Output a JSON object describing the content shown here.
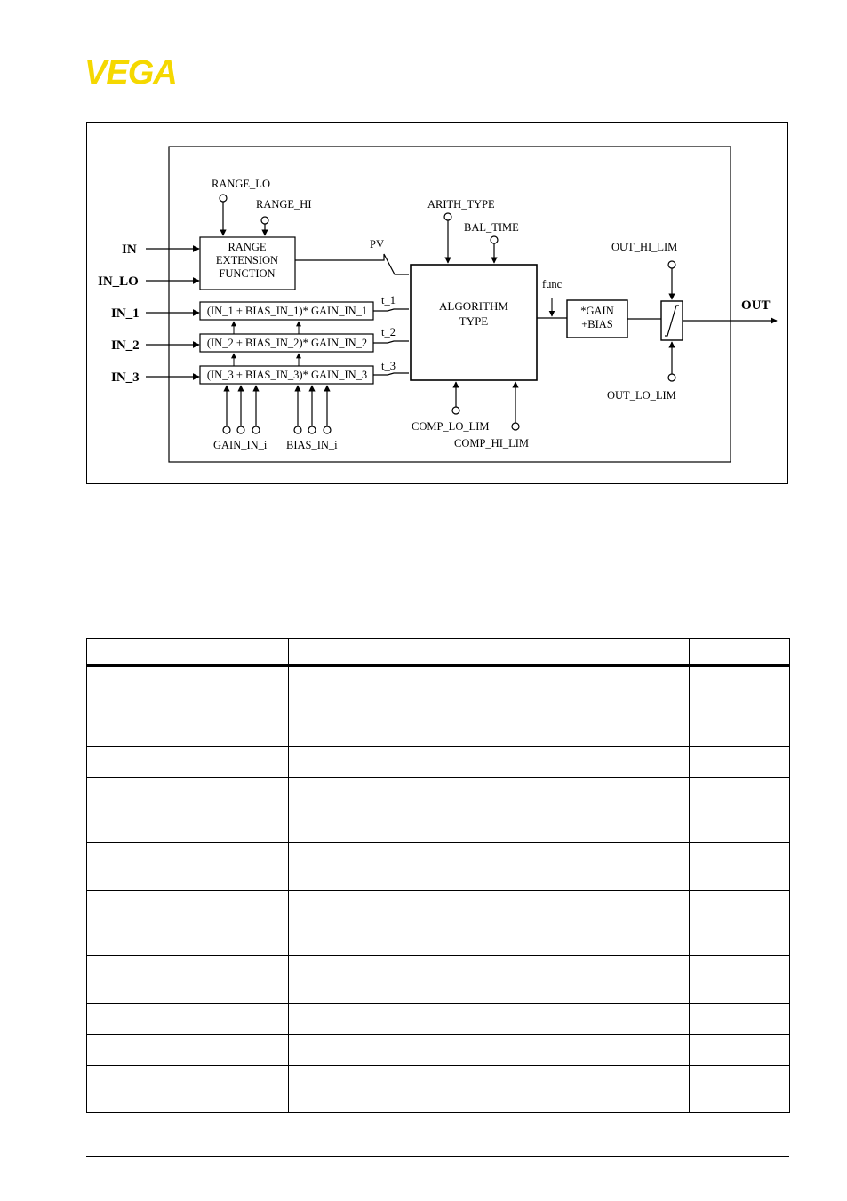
{
  "brand": {
    "logo_text": "VEGA",
    "color": "#f5d800"
  },
  "diagram": {
    "inputs": {
      "in": "IN",
      "in_lo": "IN_LO",
      "in_1": "IN_1",
      "in_2": "IN_2",
      "in_3": "IN_3"
    },
    "range_lo": "RANGE_LO",
    "range_hi": "RANGE_HI",
    "range_block": {
      "line1": "RANGE",
      "line2": "EXTENSION",
      "line3": "FUNCTION"
    },
    "pv": "PV",
    "gain_rows": [
      "(IN_1 + BIAS_IN_1)* GAIN_IN_1",
      "(IN_2 + BIAS_IN_2)* GAIN_IN_2",
      "(IN_3 + BIAS_IN_3)* GAIN_IN_3"
    ],
    "t_labels": [
      "t_1",
      "t_2",
      "t_3"
    ],
    "gain_in_i": "GAIN_IN_i",
    "bias_in_i": "BIAS_IN_i",
    "arith_type": "ARITH_TYPE",
    "bal_time": "BAL_TIME",
    "algorithm": {
      "line1": "ALGORITHM",
      "line2": "TYPE"
    },
    "comp_lo_lim": "COMP_LO_LIM",
    "comp_hi_lim": "COMP_HI_LIM",
    "func": "func",
    "gain_bias": {
      "line1": "*GAIN",
      "line2": "+BIAS"
    },
    "out_hi_lim": "OUT_HI_LIM",
    "out_lo_lim": "OUT_LO_LIM",
    "out": "OUT"
  }
}
